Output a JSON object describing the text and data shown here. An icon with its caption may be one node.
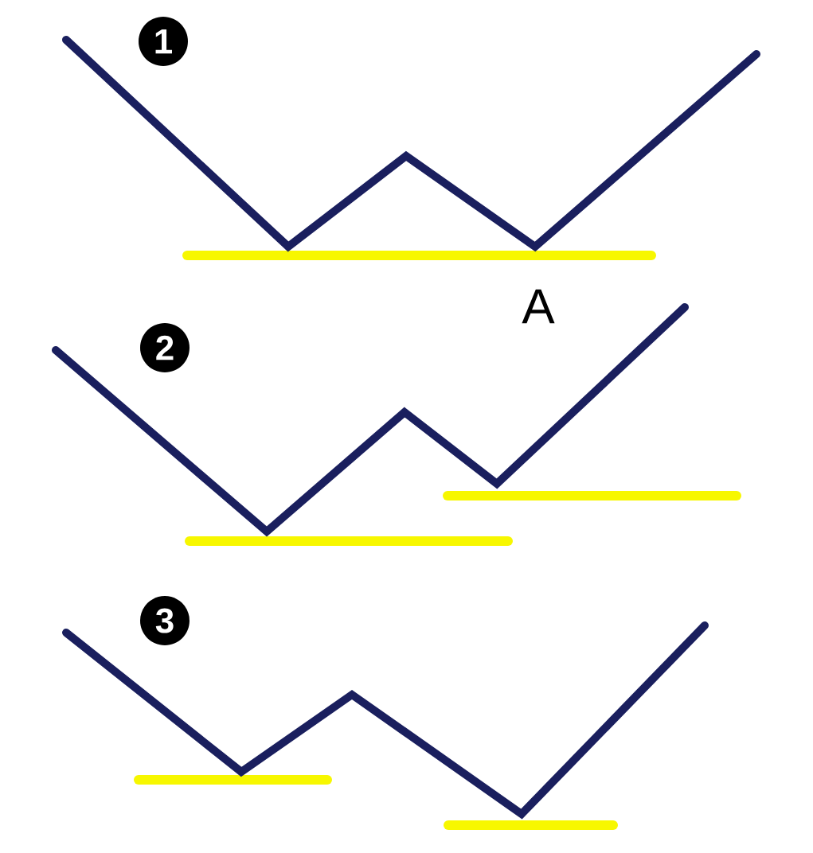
{
  "diagram": {
    "labels": [
      "1",
      "2",
      "3",
      "A"
    ]
  }
}
